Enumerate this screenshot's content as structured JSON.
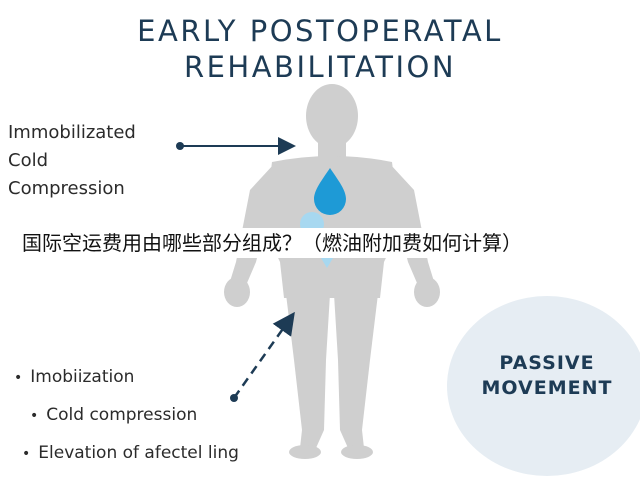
{
  "header": {
    "title_line1": "EARLY POSTOPERATAL",
    "title_line2": "REHABILITATION"
  },
  "top_labels": [
    "Immobilizated",
    "Cold",
    "Compression"
  ],
  "bullets": [
    "Imobiization",
    "Cold compression",
    "Elevation of afectel ling"
  ],
  "passive": {
    "line1": "PASSIVE",
    "line2": "MOVEMENT"
  },
  "overlay_text": "国际空运费用由哪些部分组成？（燃油附加费如何计算）",
  "colors": {
    "title": "#1d3b55",
    "body_figure": "#cfcfcf",
    "droplet": "#1e9ad6",
    "arrow": "#1d3b55",
    "circle": "#e6edf3"
  },
  "icons": {
    "droplet": "water-droplet-icon",
    "bullet": "bullet-dot"
  }
}
